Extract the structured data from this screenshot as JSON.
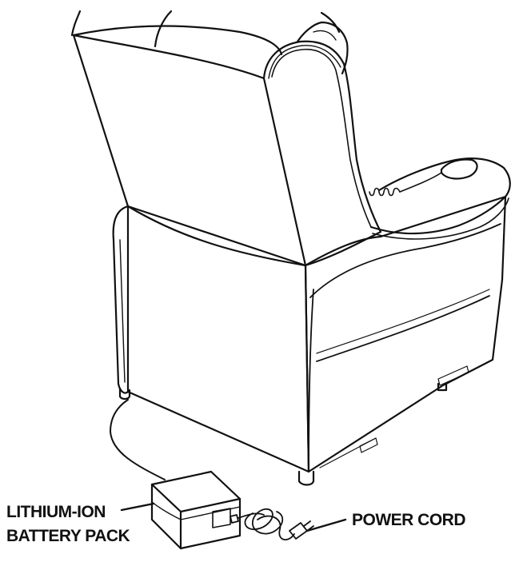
{
  "labels": {
    "battery_line1": "LITHIUM-ION",
    "battery_line2": "BATTERY PACK",
    "power_cord": "POWER CORD"
  },
  "colors": {
    "line": "#111111",
    "background": "#ffffff"
  }
}
